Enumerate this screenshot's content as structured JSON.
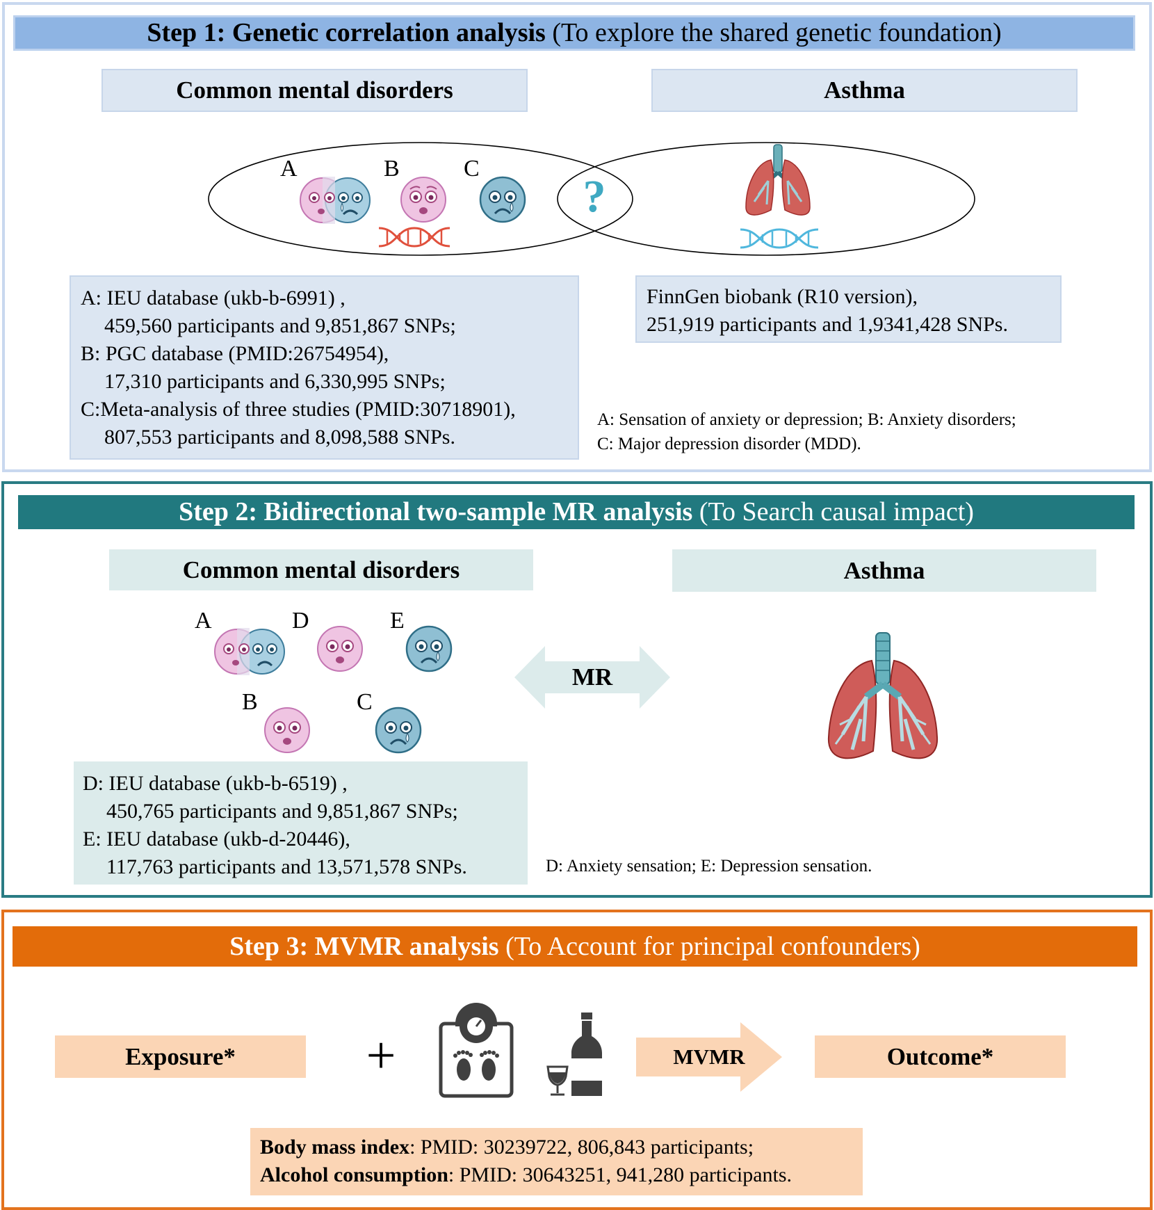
{
  "step1": {
    "title_bold": "Step 1: Genetic correlation analysis",
    "title_rest": " (To explore the shared genetic foundation)",
    "left_label": "Common mental disorders",
    "right_label": "Asthma",
    "letters": [
      "A",
      "B",
      "C"
    ],
    "question": "?",
    "left_info": [
      "A: IEU database (ukb-b-6991) ,",
      "459,560 participants and 9,851,867 SNPs;",
      "B: PGC database (PMID:26754954),",
      "17,310 participants and 6,330,995 SNPs;",
      "C:Meta-analysis of three studies (PMID:30718901),",
      "807,553 participants and 8,098,588 SNPs."
    ],
    "right_info": [
      "FinnGen biobank (R10 version),",
      "251,919 participants and 1,9341,428 SNPs."
    ],
    "legend": [
      "A: Sensation of anxiety or depression; B: Anxiety disorders;",
      "C: Major depression disorder (MDD)."
    ],
    "colors": {
      "border": "#c9d8ef",
      "banner": "#8eb4e3",
      "label_box": "#dce6f2"
    }
  },
  "step2": {
    "title_bold": "Step 2: Bidirectional two-sample MR analysis",
    "title_rest": " (To Search causal impact)",
    "left_label": "Common mental disorders",
    "right_label": "Asthma",
    "letters": [
      "A",
      "D",
      "E",
      "B",
      "C"
    ],
    "arrow_label": "MR",
    "left_info": [
      "D: IEU database (ukb-b-6519) ,",
      "450,765 participants and 9,851,867 SNPs;",
      "E: IEU database (ukb-d-20446),",
      "117,763 participants and 13,571,578 SNPs."
    ],
    "legend": "D: Anxiety sensation; E: Depression sensation.",
    "colors": {
      "border": "#2a7c84",
      "banner": "#21797f",
      "label_box": "#dcebeb"
    }
  },
  "step3": {
    "title_bold": "Step 3:  MVMR analysis",
    "title_rest": "  (To Account for principal confounders)",
    "exposure": "Exposure*",
    "plus": "+",
    "arrow_label": "MVMR",
    "outcome": "Outcome*",
    "info": [
      {
        "bold": "Body mass index",
        "rest": ": PMID: 30239722, 806,843 participants;"
      },
      {
        "bold": "Alcohol consumption",
        "rest": ": PMID: 30643251, 941,280 participants."
      }
    ],
    "colors": {
      "border": "#e3731e",
      "banner": "#e36c0a",
      "box": "#fbd5b5"
    }
  },
  "icons": [
    "split-face-icon",
    "anxious-face-icon",
    "sad-face-icon",
    "dna-icon",
    "lungs-icon",
    "scale-icon",
    "wine-bottle-icon",
    "double-arrow-icon"
  ]
}
